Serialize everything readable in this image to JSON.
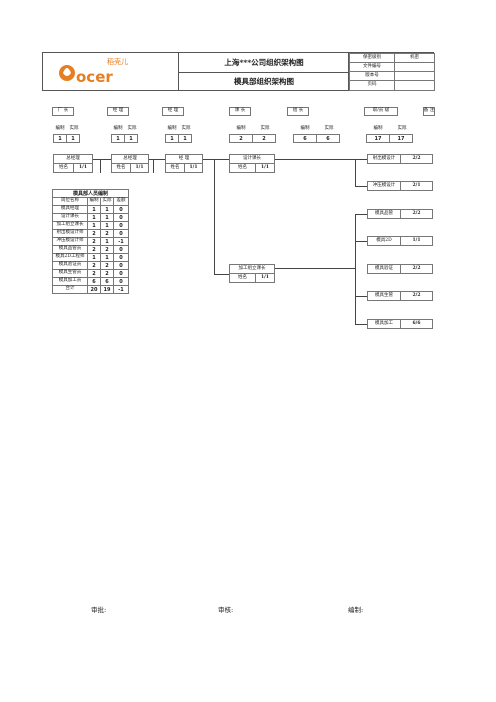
{
  "header": {
    "logo_text": "Docer",
    "logo_cn": "稻壳儿",
    "title": "上海***公司组织架构图",
    "subtitle": "模具部组织架构图",
    "meta": [
      "保密级别",
      "机密",
      "文件编号",
      "",
      "版本号",
      "",
      "页码",
      ""
    ]
  },
  "departments": [
    {
      "label": "厂 长",
      "plan_label": "编制",
      "actual_label": "实际",
      "plan": "1",
      "actual": "1"
    },
    {
      "label": "经 理",
      "plan_label": "编制",
      "actual_label": "实际",
      "plan": "1",
      "actual": "1"
    },
    {
      "label": "经 理",
      "plan_label": "编制",
      "actual_label": "实际",
      "plan": "1",
      "actual": "1"
    },
    {
      "label": "课 长",
      "plan_label": "编制",
      "actual_label": "实际",
      "plan": "2",
      "actual": "2"
    },
    {
      "label": "组 长",
      "plan_label": "编制",
      "actual_label": "实际",
      "plan": "6",
      "actual": "6"
    },
    {
      "label": "职/员 级",
      "plan_label": "编制",
      "actual_label": "实际",
      "plan": "17",
      "actual": "17"
    }
  ],
  "note_label": "备 注",
  "positions": [
    {
      "title": "总经理",
      "name_label": "姓名",
      "ratio": "1/1"
    },
    {
      "title": "总经理",
      "name_label": "姓名",
      "ratio": "1/1"
    },
    {
      "title": "经 理",
      "name_label": "姓名",
      "ratio": "1/1"
    },
    {
      "title": "设计课长",
      "name_label": "姓名",
      "ratio": "1/1"
    },
    {
      "title": "加工组立课长",
      "name_label": "姓名",
      "ratio": "1/1"
    }
  ],
  "teams": [
    {
      "label": "射出模设计",
      "ratio": "2/2"
    },
    {
      "label": "冲压模设计",
      "ratio": "2/1"
    },
    {
      "label": "模具品管",
      "ratio": "2/2"
    },
    {
      "label": "模具2D",
      "ratio": "1/1"
    },
    {
      "label": "模具验证",
      "ratio": "2/2"
    },
    {
      "label": "模具生管",
      "ratio": "2/2"
    },
    {
      "label": "模具加工",
      "ratio": "6/6"
    }
  ],
  "staff_table": {
    "title": "模具部人员编制",
    "headers": [
      "岗位名称",
      "编制",
      "实际",
      "差额"
    ],
    "rows": [
      [
        "模具经理",
        "1",
        "1",
        "0"
      ],
      [
        "设计课长",
        "1",
        "1",
        "0"
      ],
      [
        "加工组立课长",
        "1",
        "1",
        "0"
      ],
      [
        "射出模设计师",
        "2",
        "2",
        "0"
      ],
      [
        "冲压模设计师",
        "2",
        "1",
        "-1"
      ],
      [
        "模具品管员",
        "2",
        "2",
        "0"
      ],
      [
        "模具2D工程师",
        "1",
        "1",
        "0"
      ],
      [
        "模具验证员",
        "2",
        "2",
        "0"
      ],
      [
        "模具生管员",
        "2",
        "2",
        "0"
      ],
      [
        "模具加工员",
        "6",
        "6",
        "0"
      ],
      [
        "合计",
        "20",
        "19",
        "-1"
      ]
    ]
  },
  "footer": {
    "approve": "审批:",
    "review": "审核:",
    "prepare": "编制:"
  }
}
